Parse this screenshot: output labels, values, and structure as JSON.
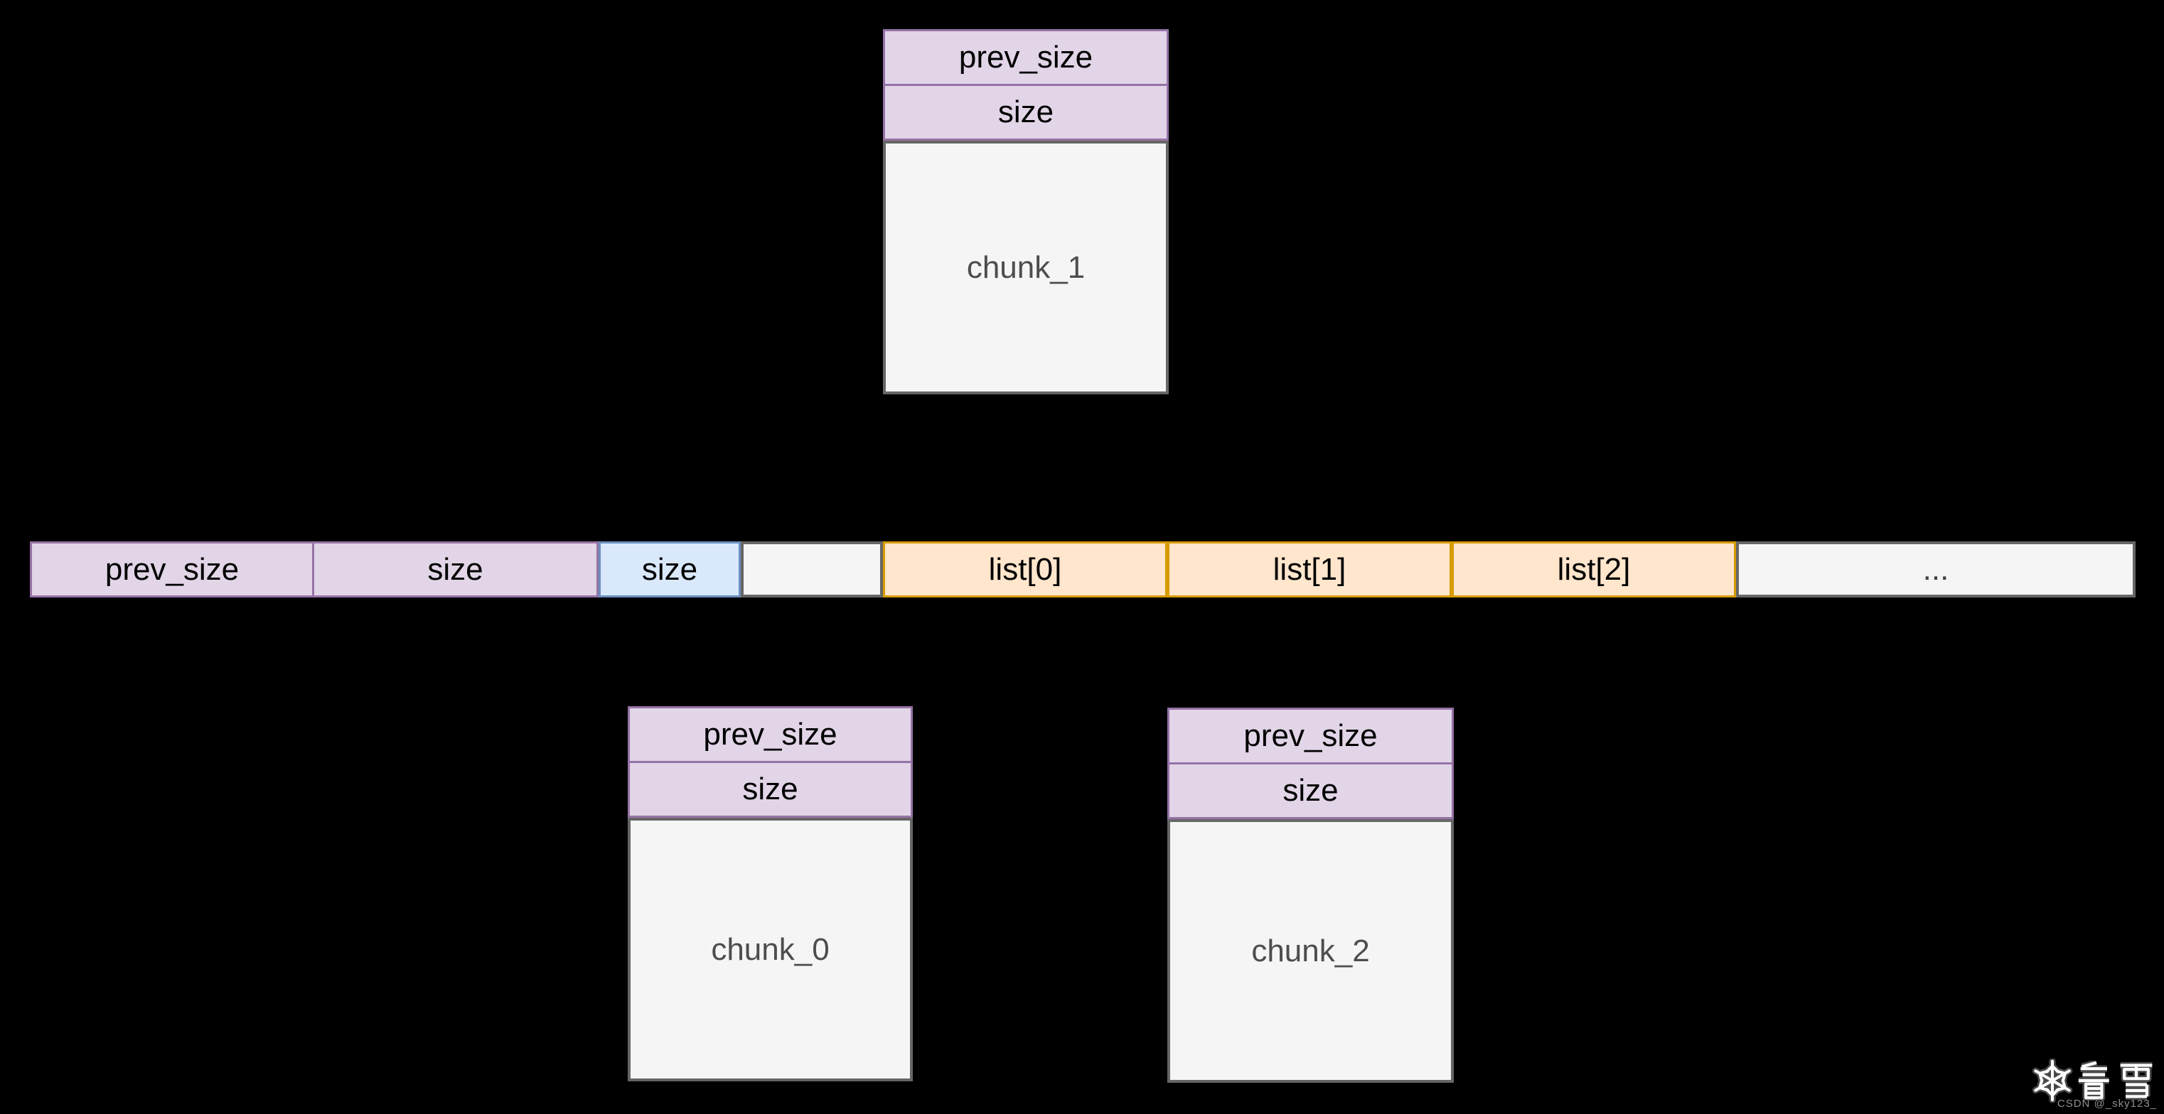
{
  "chunks": {
    "top": {
      "field1": "prev_size",
      "field2": "size",
      "label": "chunk_1"
    },
    "bottom_left": {
      "field1": "prev_size",
      "field2": "size",
      "label": "chunk_0"
    },
    "bottom_right": {
      "field1": "prev_size",
      "field2": "size",
      "label": "chunk_2"
    }
  },
  "memory_row": {
    "cells": [
      {
        "label": "prev_size",
        "color": "purple"
      },
      {
        "label": "size",
        "color": "purple"
      },
      {
        "label": "size",
        "color": "blue"
      },
      {
        "label": "",
        "color": "gray"
      },
      {
        "label": "list[0]",
        "color": "orange"
      },
      {
        "label": "list[1]",
        "color": "orange"
      },
      {
        "label": "list[2]",
        "color": "orange"
      },
      {
        "label": "...",
        "color": "gray"
      }
    ]
  },
  "watermark": {
    "icon": "snowflake-icon",
    "brand": "看雪",
    "credit": "CSDN @_sky123_"
  },
  "colors": {
    "background": "#000000",
    "purple_fill": "#e1d5e7",
    "purple_stroke": "#9673a6",
    "blue_fill": "#dae8fc",
    "blue_stroke": "#6c8ebf",
    "orange_fill": "#ffe6cc",
    "orange_stroke": "#d79b00",
    "gray_fill": "#f5f5f5",
    "gray_stroke": "#666666",
    "body_text": "#4d4d4d",
    "header_text": "#000000"
  }
}
